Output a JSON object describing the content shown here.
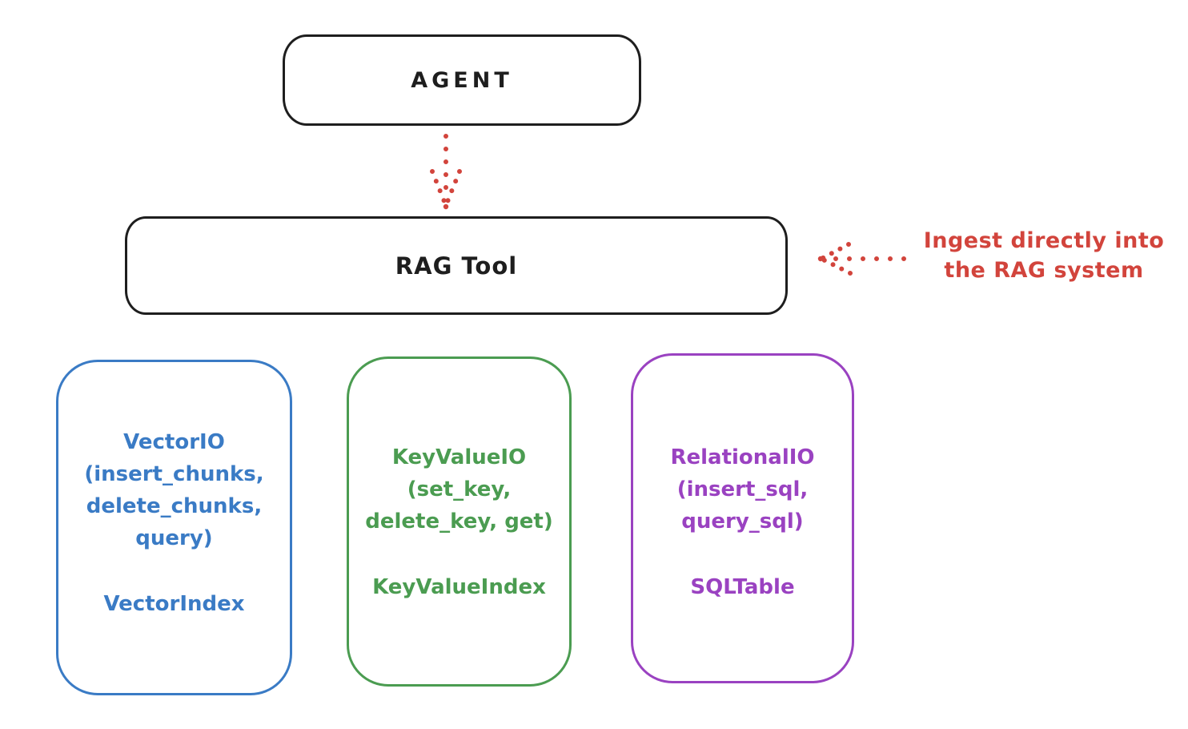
{
  "diagram": {
    "title_node": {
      "label": "AGENT"
    },
    "rag_node": {
      "label": "RAG Tool"
    },
    "annotation": {
      "line1": "Ingest directly into",
      "line2": "the RAG system"
    },
    "backends": [
      {
        "id": "vector-io",
        "lines": [
          "VectorIO",
          "(insert_chunks,",
          "delete_chunks,",
          "query)"
        ],
        "footer": "VectorIndex",
        "color": "#3a7bc5"
      },
      {
        "id": "keyvalue-io",
        "lines": [
          "KeyValueIO",
          "(set_key,",
          "delete_key, get)"
        ],
        "footer": "KeyValueIndex",
        "color": "#4b9c51"
      },
      {
        "id": "relational-io",
        "lines": [
          "RelationalIO",
          "(insert_sql,",
          "query_sql)"
        ],
        "footer": "SQLTable",
        "color": "#9a42c1"
      }
    ],
    "colors": {
      "outline_black": "#1e1e1e",
      "accent_red": "#d2443c",
      "vector_blue": "#3a7bc5",
      "keyvalue_green": "#4b9c51",
      "relational_purple": "#9a42c1"
    },
    "arrows": [
      {
        "id": "agent-to-ragtool",
        "style": "dotted",
        "color": "#d2443c",
        "direction": "down"
      },
      {
        "id": "ingest-to-ragtool",
        "style": "dotted",
        "color": "#d2443c",
        "direction": "left"
      }
    ]
  }
}
